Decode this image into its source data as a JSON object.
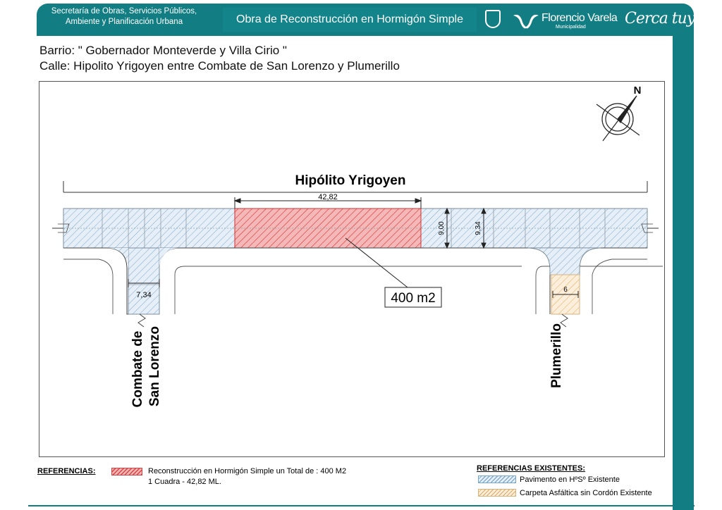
{
  "header": {
    "dept_line1": "Secretaría de Obras, Servicios Públicos,",
    "dept_line2": "Ambiente y Planificación Urbana",
    "title": "Obra de Reconstrucción en Hormigón Simple",
    "municipality": "Florencio Varela",
    "municipality_sub": "Municipalidad",
    "slogan": "Cerca tuyo."
  },
  "info": {
    "barrio": "Barrio: \" Gobernador Monteverde y Villa Cirio \"",
    "calle": "Calle: Hipolito Yrigoyen entre Combate de San Lorenzo y Plumerillo"
  },
  "plan": {
    "main_street": "Hipólito Yrigoyen",
    "length_label": "42,82",
    "width_label_1": "9,00",
    "width_label_2": "9,34",
    "area_label": "400 m2",
    "left_street_line1": "Combate de",
    "left_street_line2": "San Lorenzo",
    "left_street_width": "7,34",
    "right_street": "Plumerillo",
    "right_street_width": "6",
    "north": "N"
  },
  "references": {
    "title": "REFERENCIAS:",
    "line1": "Reconstrucción en Hormigón Simple un Total de :  400  M2",
    "line2": "1 Cuadra - 42,82 ML."
  },
  "existing_references": {
    "title": "REFERENCIAS EXISTENTES:",
    "item1": "Pavimento en HºSº Existente",
    "item2": "Carpeta Asfáltica sin Cordón Existente"
  },
  "colors": {
    "brand_teal": "#127e83",
    "reconstruction": "#d94444",
    "existing_concrete": "#6d9cc4",
    "asphalt": "#e1a85f"
  }
}
